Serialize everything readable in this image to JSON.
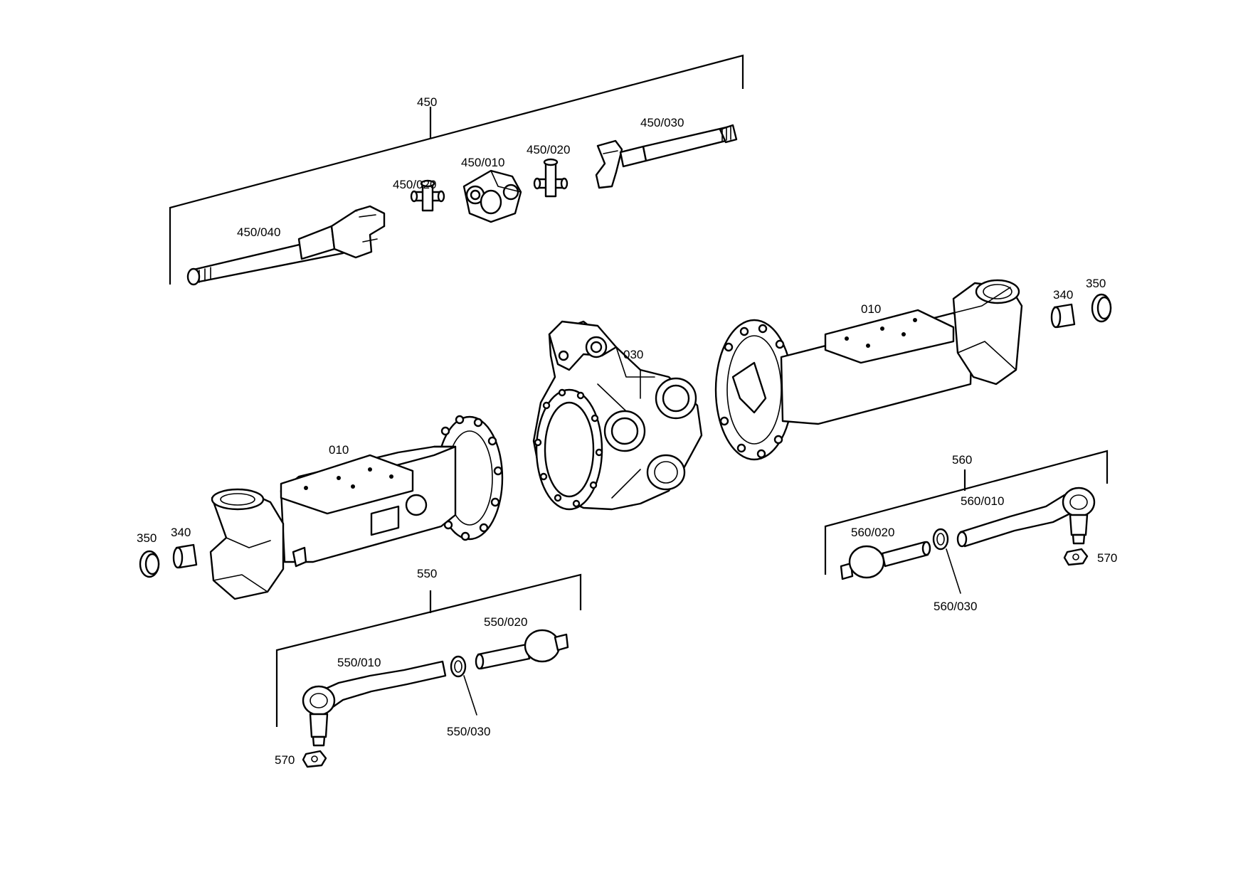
{
  "labels": {
    "l450": "450",
    "l450_010": "450/010",
    "l450_020a": "450/020",
    "l450_020b": "450/020",
    "l450_030": "450/030",
    "l450_040": "450/040",
    "l010_left": "010",
    "l010_right": "010",
    "l030": "030",
    "l340_left": "340",
    "l350_left": "350",
    "l340_right": "340",
    "l350_right": "350",
    "l550": "550",
    "l550_010": "550/010",
    "l550_020": "550/020",
    "l550_030": "550/030",
    "l560": "560",
    "l560_010": "560/010",
    "l560_020": "560/020",
    "l560_030": "560/030",
    "l570_left": "570",
    "l570_right": "570"
  }
}
